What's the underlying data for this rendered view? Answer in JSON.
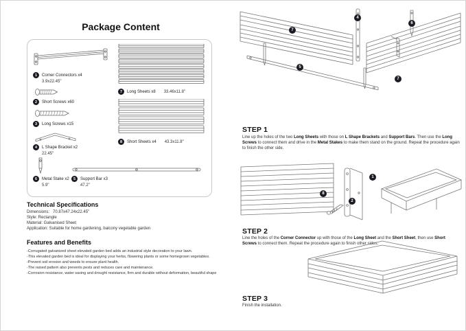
{
  "page": {
    "title": "Package Content"
  },
  "package_box": {
    "items": [
      {
        "num": "1",
        "label": "Corner Connectors x4",
        "size": "3.9x22.45\""
      },
      {
        "num": "2",
        "label": "Short Screws x60",
        "size": ""
      },
      {
        "num": "3",
        "label": "Long Screws x15",
        "size": ""
      },
      {
        "num": "4",
        "label": "L Shape Bracket x2",
        "size": "22.45\""
      },
      {
        "num": "6",
        "label": "Metal Stake x2",
        "size": "5.9\""
      },
      {
        "num": "5",
        "label": "Support Bar x3",
        "size": "47.2\""
      },
      {
        "num": "7",
        "label": "Long Sheets x8",
        "size": "33.46x11.8\""
      },
      {
        "num": "8",
        "label": "Short Sheets x4",
        "size": "43.3x11.8\""
      }
    ]
  },
  "specs": {
    "title": "Technical Specifications",
    "lines": [
      "Dimensions:   70.87x47.24x22.45\"",
      "Style: Rectangle",
      "Material: Galvanised Sheet",
      "Application: Suitable for home gardening, balcony vegetable garden"
    ]
  },
  "features": {
    "title": "Features and Benefits",
    "lines": [
      "-Corrugated galvanized sheet elevated garden bed adds an industrial style decoration to your lawn.",
      "-This elevated garden bed is ideal for displaying your herbs, flowering plants or some homegrown vegetables.",
      "-Prevent soil erosion and weeds to ensure plant health.",
      "-The raised pattern also prevents pests and reduces care and maintenance.",
      "-Corrosion resistance, water saving and drought resistance, firm and durable without deformation, beautiful shape"
    ]
  },
  "steps": [
    {
      "title": "STEP 1",
      "segments": [
        {
          "t": "Line up the holes of the two ",
          "b": false
        },
        {
          "t": "Long Sheets",
          "b": true
        },
        {
          "t": " with those on ",
          "b": false
        },
        {
          "t": "L Shape Brackets",
          "b": true
        },
        {
          "t": " and ",
          "b": false
        },
        {
          "t": "Support Bars",
          "b": true
        },
        {
          "t": ". Then use the ",
          "b": false
        },
        {
          "t": "Long Screws",
          "b": true
        },
        {
          "t": " to connect them and drive in the ",
          "b": false
        },
        {
          "t": "Metal Stakes",
          "b": true
        },
        {
          "t": " to make them stand on the ground. Repeat the procedure again to finish the other side.",
          "b": false
        }
      ]
    },
    {
      "title": "STEP 2",
      "segments": [
        {
          "t": "Line the holes of the ",
          "b": false
        },
        {
          "t": "Corner Connector",
          "b": true
        },
        {
          "t": " up with those of the ",
          "b": false
        },
        {
          "t": "Long Sheet",
          "b": true
        },
        {
          "t": " and the ",
          "b": false
        },
        {
          "t": "Short Sheet",
          "b": true
        },
        {
          "t": ", then use ",
          "b": false
        },
        {
          "t": "Short Screws",
          "b": true
        },
        {
          "t": " to connect them. Repeat the procedure again to finish other sides.",
          "b": false
        }
      ]
    },
    {
      "title": "STEP 3",
      "text": "Finish the installation."
    }
  ],
  "diagram_badges": {
    "assembly": [
      "7",
      "4",
      "6",
      "5",
      "7"
    ],
    "corner_detail": [
      "8",
      "2",
      "1"
    ]
  }
}
